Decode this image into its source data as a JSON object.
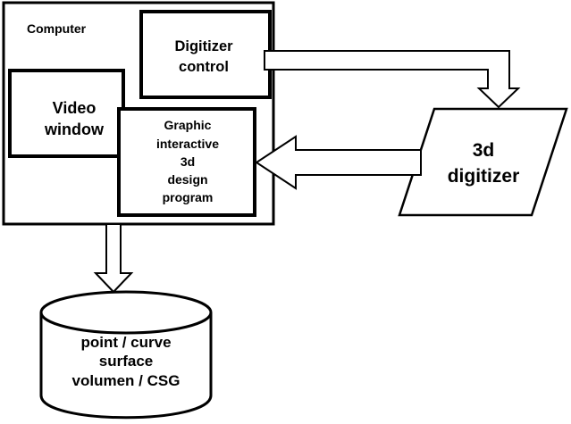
{
  "computer": {
    "label": "Computer"
  },
  "digitizer_control": {
    "line1": "Digitizer",
    "line2": "control"
  },
  "video_window": {
    "line1": "Video",
    "line2": "window"
  },
  "design_program": {
    "line1": "Graphic",
    "line2": "interactive",
    "line3": "3d",
    "line4": "design",
    "line5": "program"
  },
  "digitizer": {
    "line1": "3d",
    "line2": "digitizer"
  },
  "database": {
    "line1": "point / curve",
    "line2": "surface",
    "line3": "volumen / CSG"
  }
}
